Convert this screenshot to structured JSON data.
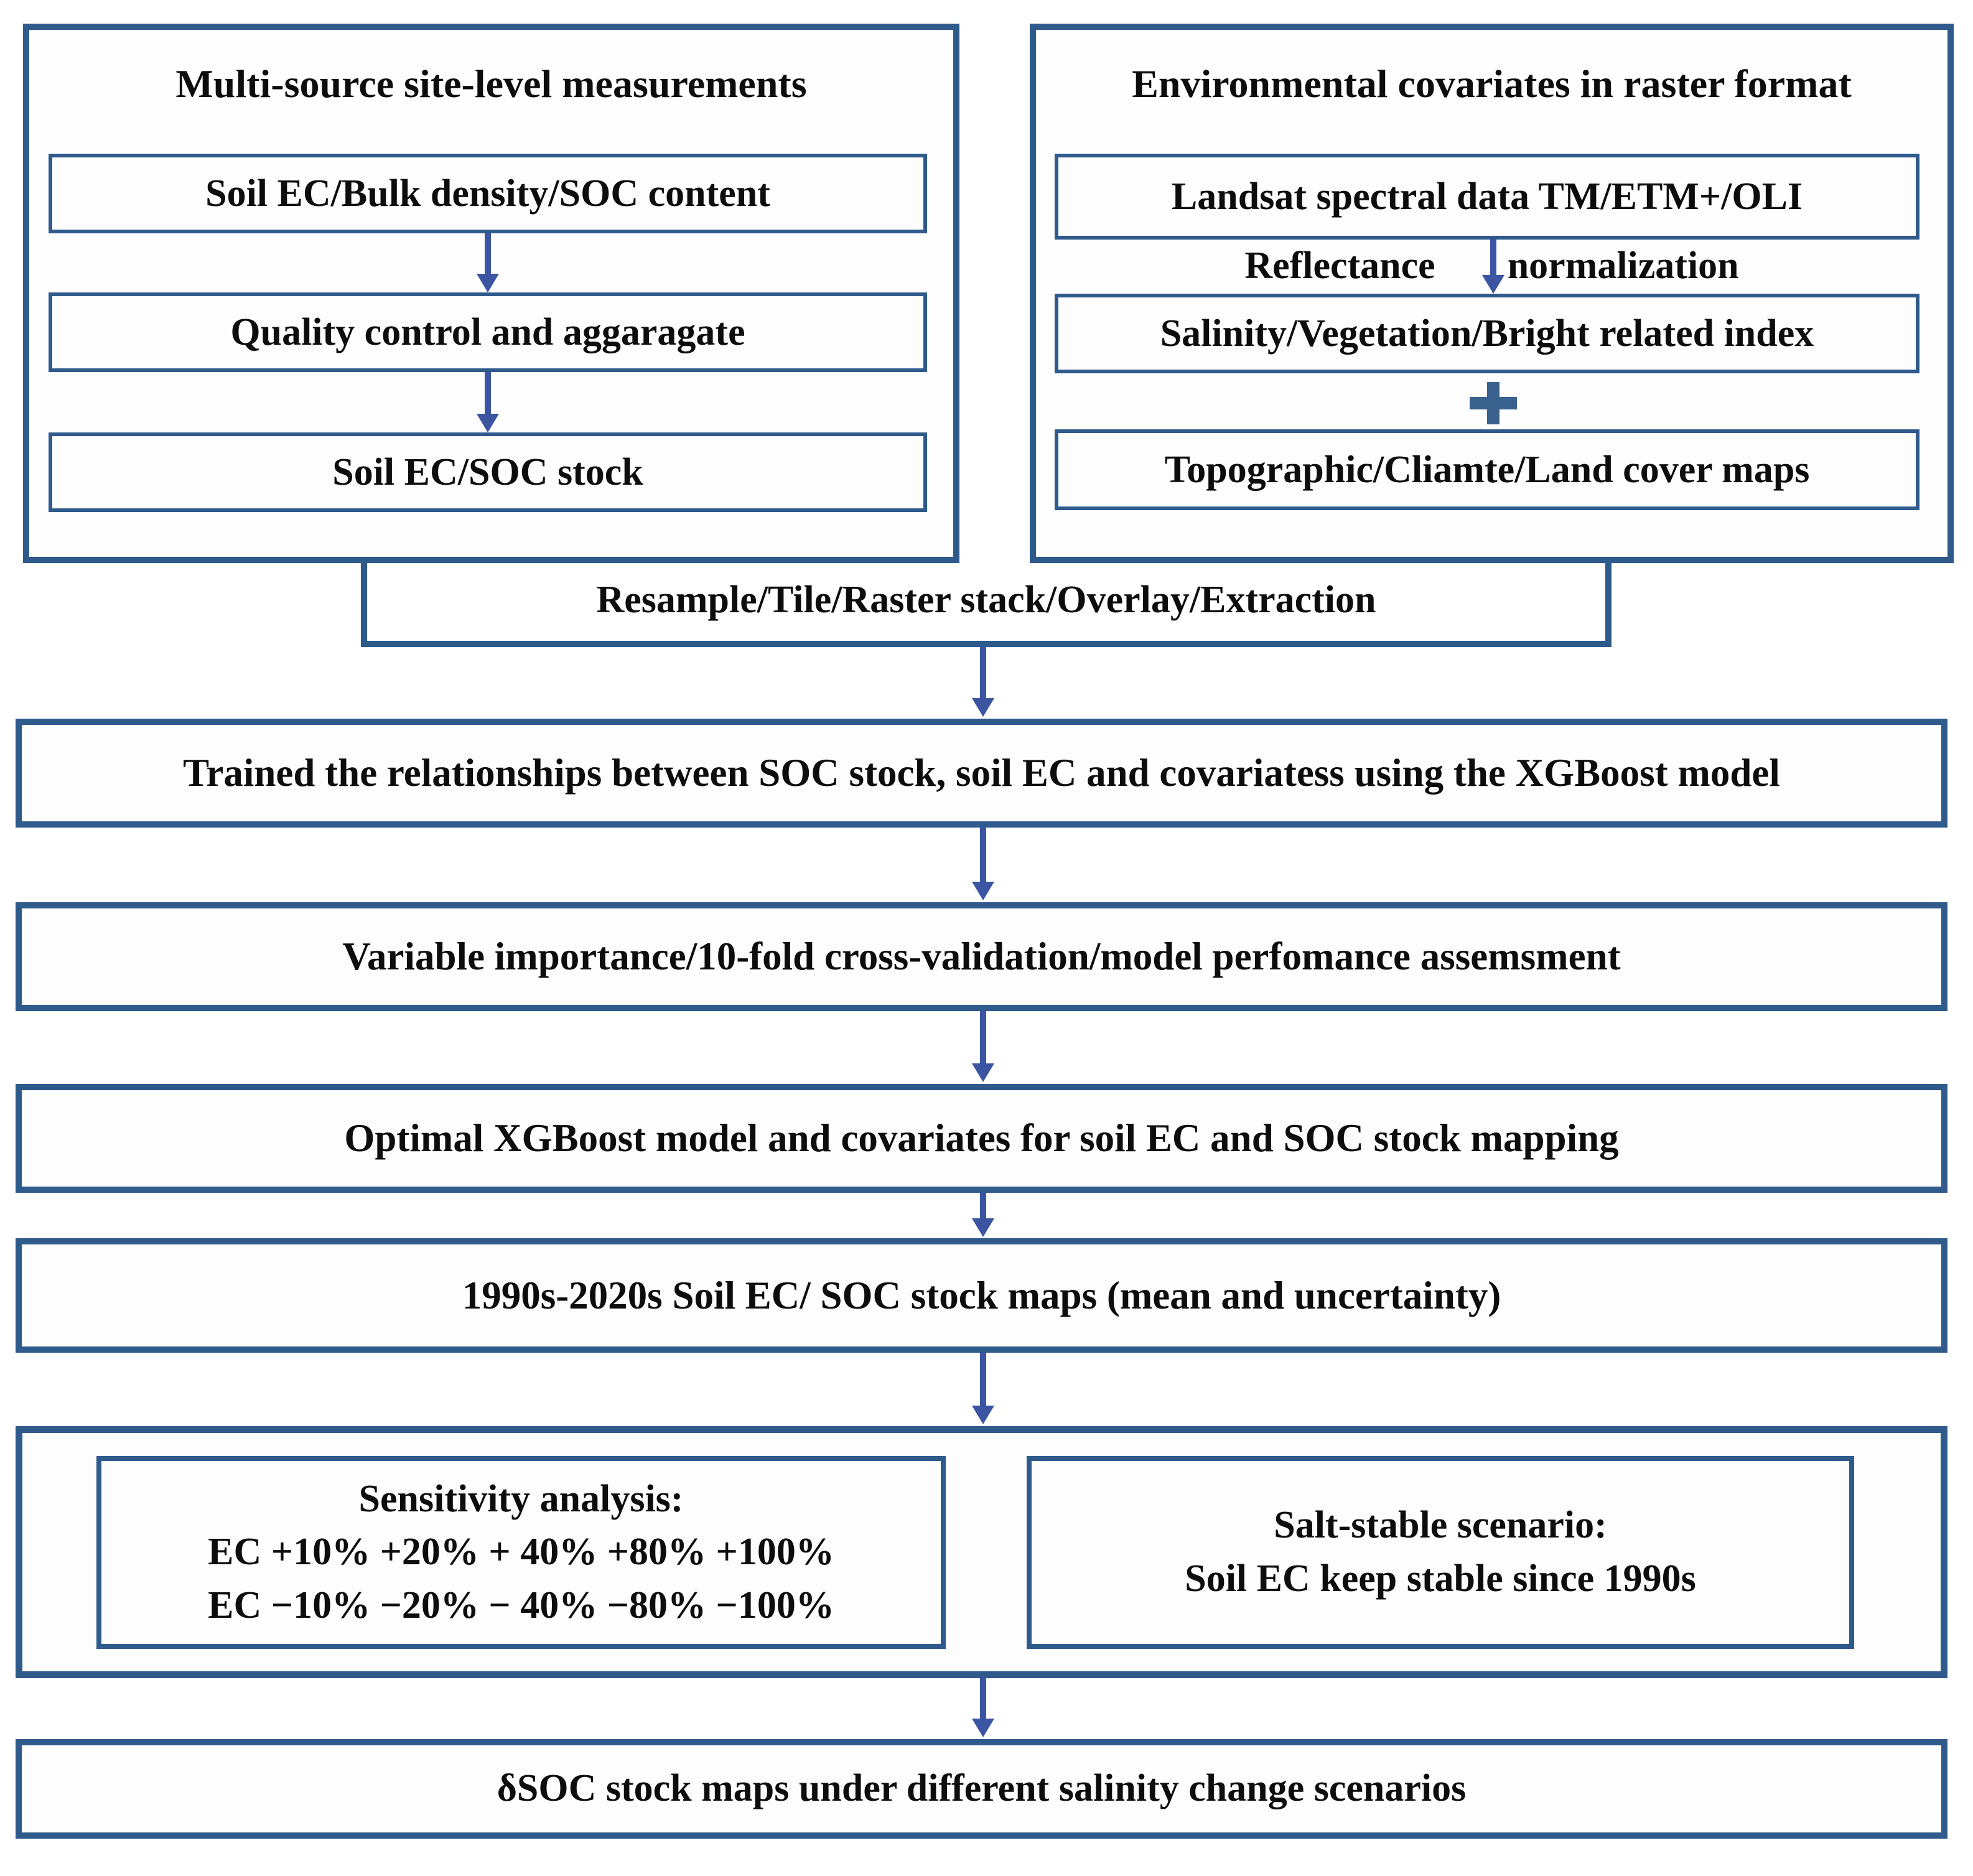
{
  "colors": {
    "box_border": "#2e5a8c",
    "arrow": "#3c55a2",
    "plus_symbol": "#3a628f",
    "text": "#0d0d0d",
    "background": "#ffffff"
  },
  "left_panel": {
    "title": "Multi-source site-level measurements",
    "boxes": [
      "Soil EC/Bulk density/SOC content",
      "Quality control and aggaragate",
      "Soil EC/SOC stock"
    ]
  },
  "right_panel": {
    "title": "Environmental covariates in raster format",
    "landsat_box": "Landsat spectral data TM/ETM+/OLI",
    "reflectance_left": "Reflectance",
    "reflectance_right": "normalization",
    "salinity_box": "Salinity/Vegetation/Bright related index",
    "plus": "+",
    "topographic_box": "Topographic/Cliamte/Land cover maps"
  },
  "merge_step": {
    "label": "Resample/Tile/Raster stack/Overlay/Extraction"
  },
  "pipeline": [
    "Trained the relationships between SOC stock, soil EC and covariatess using the XGBoost model",
    "Variable importance/10-fold cross-validation/model perfomance assemsment",
    "Optimal XGBoost model and covariates for soil EC and SOC stock mapping",
    "1990s-2020s Soil EC/ SOC stock maps (mean and uncertainty)"
  ],
  "scenarios": {
    "sensitivity": {
      "title": "Sensitivity analysis:",
      "line_plus": "EC +10% +20% + 40% +80% +100%",
      "line_minus": "EC −10% −20% − 40% −80% −100%"
    },
    "salt_stable": {
      "title": "Salt-stable scenario:",
      "line": "Soil EC keep stable since 1990s"
    }
  },
  "output_box": "δSOC stock maps under different salinity change scenarios"
}
